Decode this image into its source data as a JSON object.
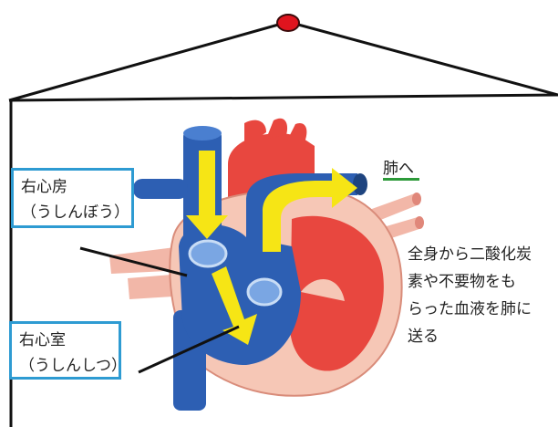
{
  "labels": {
    "right_atrium": {
      "line1": "右心房",
      "line2": "（うしんぼう）"
    },
    "right_ventricle": {
      "line1": "右心室",
      "line2": "（うしんしつ）"
    },
    "to_lungs": "肺へ"
  },
  "description": {
    "lines": [
      "全身から二酸化炭",
      "素や不要物をも",
      "らった血液を肺に",
      "送る"
    ]
  },
  "colors": {
    "label_border": "#2e9bd2",
    "vein_blue": "#2d5fb3",
    "artery_red": "#e8473f",
    "arrow_yellow": "#f6e515",
    "peak_dot": "#e0141e",
    "underline_green": "#2d9a3a"
  },
  "icons": {
    "peak": "red-dot-icon",
    "flow": "yellow-arrow-icon"
  }
}
